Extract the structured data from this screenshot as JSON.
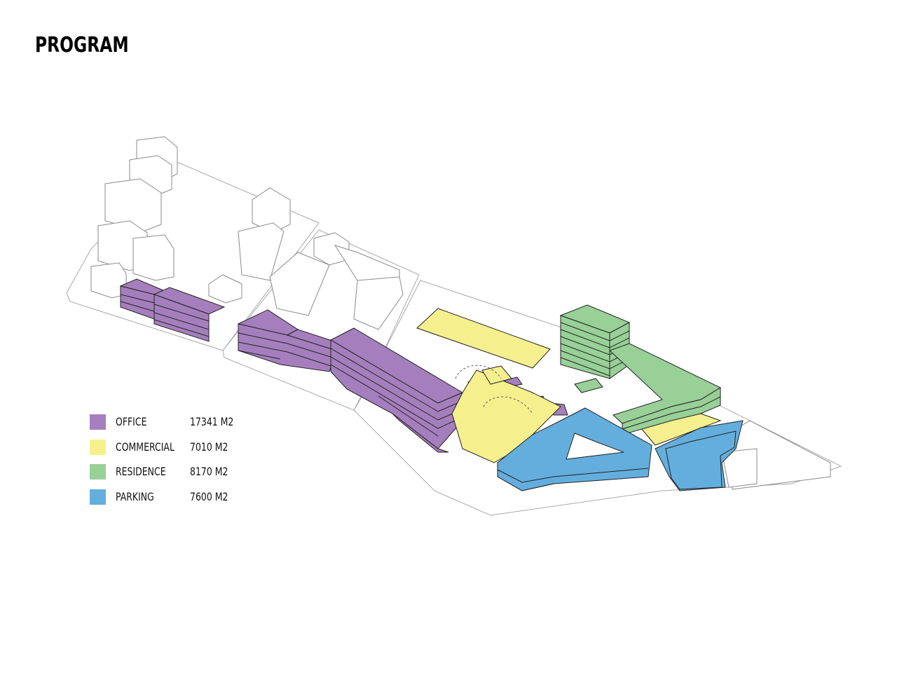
{
  "title": "PROGRAM",
  "legend": {
    "items": [
      {
        "label": "OFFICE",
        "value": "17341 M2",
        "color": "#a57fbd"
      },
      {
        "label": "COMMERCIAL",
        "value": "7010 M2",
        "color": "#f5f08d"
      },
      {
        "label": "RESIDENCE",
        "value": "8170 M2",
        "color": "#98d097"
      },
      {
        "label": "PARKING",
        "value": "7600 M2",
        "color": "#64aede"
      }
    ]
  },
  "colors": {
    "office": "#a57fbd",
    "commercial": "#f5f08d",
    "residence": "#98d097",
    "parking": "#64aede",
    "outline": "#222222",
    "context": "#9a9a9a"
  }
}
